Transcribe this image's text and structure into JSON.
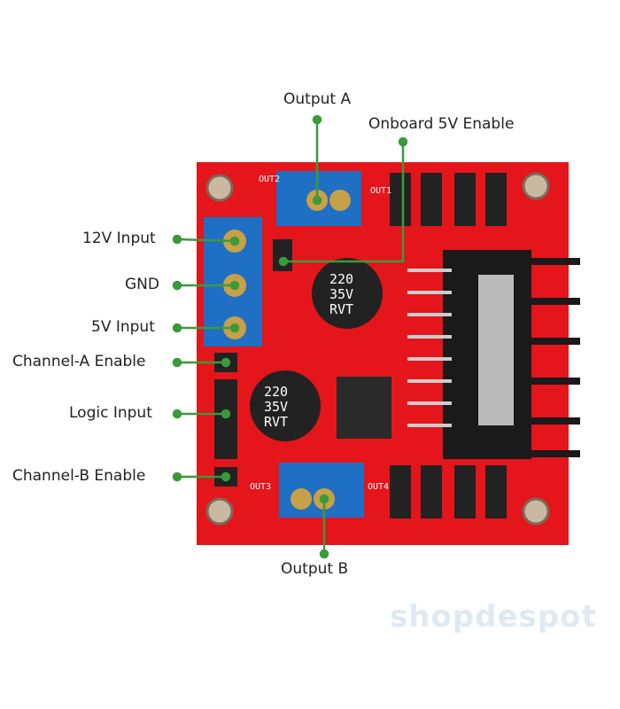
{
  "labels": {
    "output_a": "Output A",
    "onboard_5v": "Onboard 5V Enable",
    "v12_input": "12V Input",
    "gnd": "GND",
    "v5_input": "5V Input",
    "channel_a_enable": "Channel-A Enable",
    "logic_input": "Logic Input",
    "channel_b_enable": "Channel-B Enable",
    "output_b": "Output B"
  },
  "board": {
    "silk_out1": "OUT1",
    "silk_out2": "OUT2",
    "silk_out3": "OUT3",
    "silk_out4": "OUT4",
    "cap": [
      "220",
      "35V",
      "RVT"
    ]
  },
  "watermark": "shopdespot",
  "colors": {
    "board": "#e4151b",
    "terminal": "#1f6fc4",
    "leader": "#3a9a3a",
    "heatsink": "#1a1a1a"
  }
}
